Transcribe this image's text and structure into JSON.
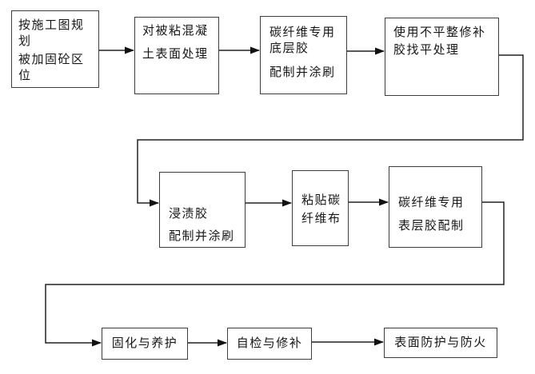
{
  "diagram": {
    "type": "flowchart",
    "colors": {
      "background": "#ffffff",
      "box_border": "#3d3d3d",
      "line": "#222222",
      "text": "#161616"
    },
    "boxes": [
      {
        "id": "plan-region",
        "lines": [
          "按施工图规划",
          "被加固砼区位"
        ]
      },
      {
        "id": "surface-treatment",
        "lines": [
          "对被粘混凝",
          "土表面处理"
        ]
      },
      {
        "id": "primer",
        "lines": [
          "碳纤维专用",
          "底层胶",
          "配制并涂刷"
        ]
      },
      {
        "id": "leveling",
        "lines": [
          "使用不平整修补",
          "胶找平处理"
        ]
      },
      {
        "id": "impregnation",
        "lines": [
          "浸渍胶",
          "配制并涂刷"
        ]
      },
      {
        "id": "paste-cfrp",
        "lines": [
          "粘贴碳",
          "纤维布"
        ]
      },
      {
        "id": "topcoat",
        "lines": [
          "碳纤维专用",
          "表层胶配制"
        ]
      },
      {
        "id": "curing",
        "lines": [
          "固化与养护"
        ]
      },
      {
        "id": "inspection",
        "lines": [
          "自检与修补"
        ]
      },
      {
        "id": "fire-protection",
        "lines": [
          "表面防护与防火"
        ]
      }
    ],
    "edges": [
      {
        "from": "plan-region",
        "to": "surface-treatment"
      },
      {
        "from": "surface-treatment",
        "to": "primer"
      },
      {
        "from": "primer",
        "to": "leveling"
      },
      {
        "from": "leveling",
        "to": "impregnation"
      },
      {
        "from": "impregnation",
        "to": "paste-cfrp"
      },
      {
        "from": "paste-cfrp",
        "to": "topcoat"
      },
      {
        "from": "topcoat",
        "to": "curing"
      },
      {
        "from": "curing",
        "to": "inspection"
      },
      {
        "from": "inspection",
        "to": "fire-protection"
      }
    ]
  }
}
